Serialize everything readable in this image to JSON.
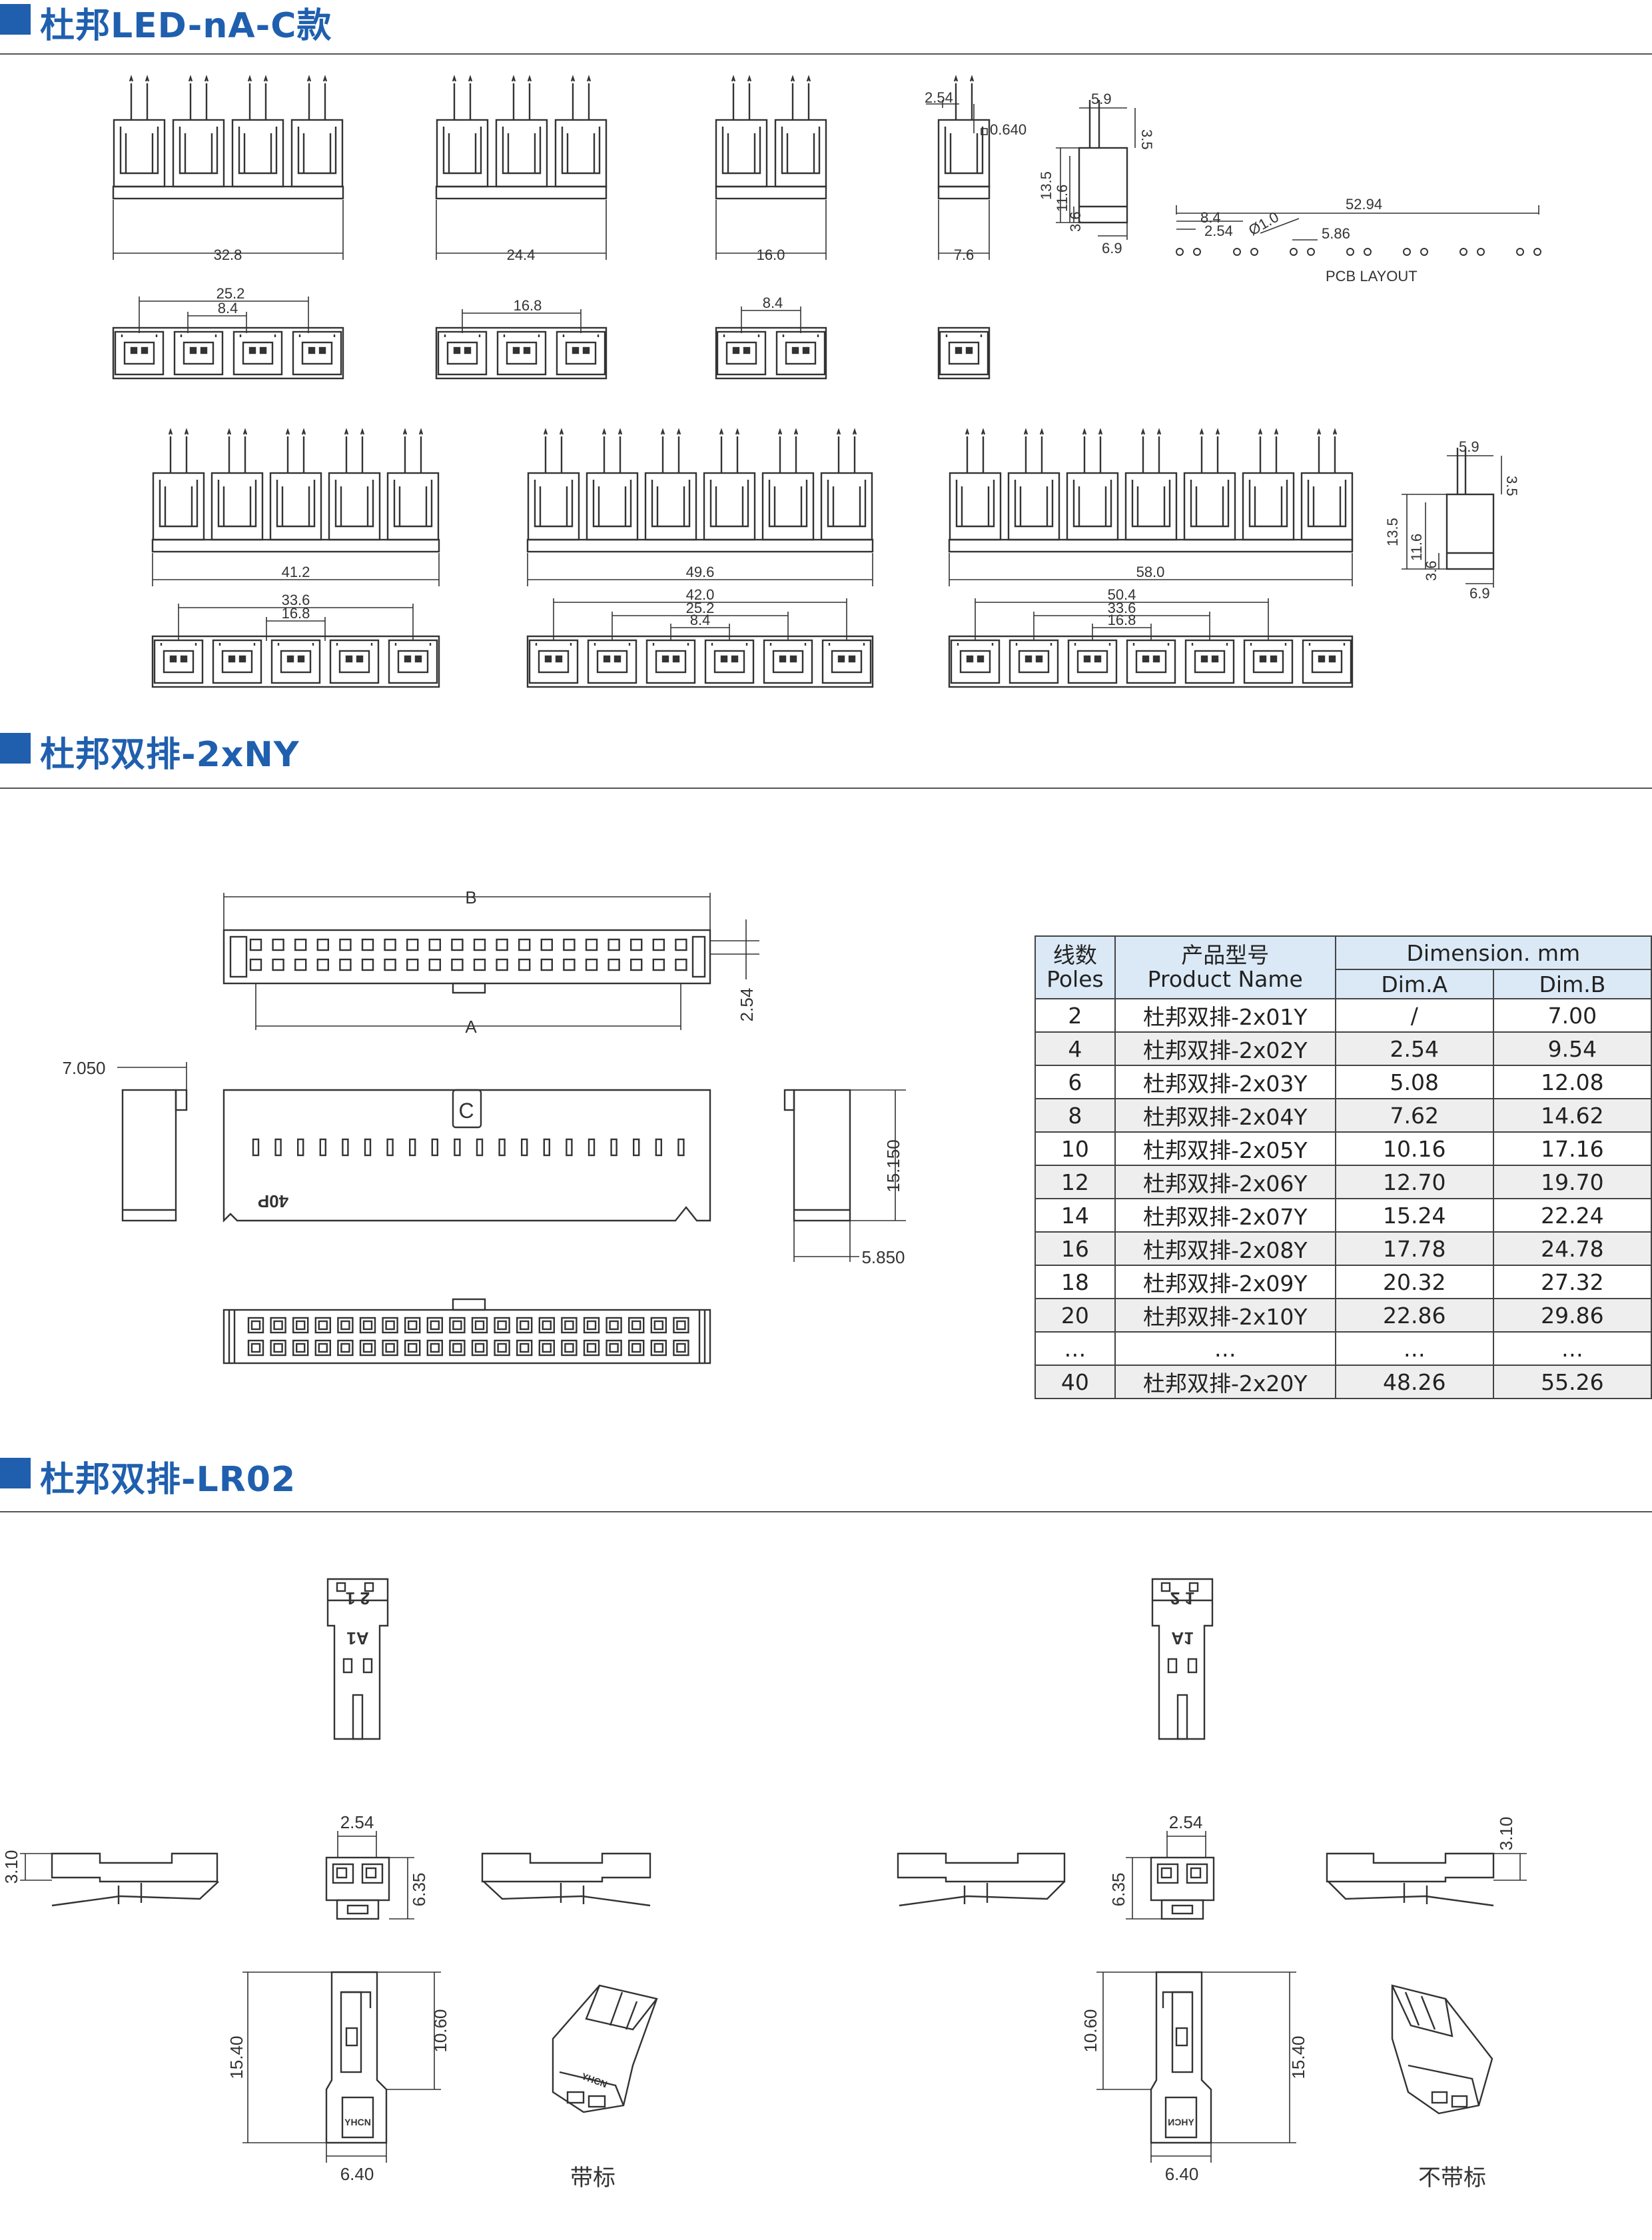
{
  "sections": [
    {
      "title": "杜邦LED-nA-C款"
    },
    {
      "title": "杜邦双排-2xNY"
    },
    {
      "title": "杜邦双排-LR02"
    }
  ],
  "led": {
    "widths_row1": [
      "32.8",
      "24.4",
      "16.0",
      "7.6"
    ],
    "pitch_row1": [
      {
        "outer": "25.2",
        "inner": "8.4"
      },
      {
        "outer": "16.8",
        "inner": ""
      },
      {
        "outer": "8.4",
        "inner": ""
      }
    ],
    "widths_row2": [
      "41.2",
      "49.6",
      "58.0"
    ],
    "pitch_row2": [
      {
        "a": "33.6",
        "b": "16.8",
        "c": ""
      },
      {
        "a": "42.0",
        "b": "25.2",
        "c": "8.4"
      },
      {
        "a": "50.4",
        "b": "33.6",
        "c": "16.8"
      }
    ],
    "side": {
      "pin_pitch": "2.54",
      "pin": "0.640",
      "top": "5.9",
      "tip": "3.5",
      "height": "13.5",
      "body": "11.6",
      "base": "3.6",
      "depth": "6.9"
    },
    "pcb": {
      "total": "52.94",
      "a": "8.4",
      "b": "2.54",
      "hole": "Ø1.0",
      "c": "5.86",
      "label": "PCB   LAYOUT"
    }
  },
  "twoxny": {
    "dim_b": "B",
    "dim_a": "A",
    "pitch": "2.54",
    "left_w": "7.050",
    "height": "15.150",
    "right_w": "5.850",
    "marking": "40P",
    "key": "C"
  },
  "table": {
    "headers": {
      "poles_cn": "线数",
      "poles_en": "Poles",
      "name_cn": "产品型号",
      "name_en": "Product Name",
      "dimension": "Dimension. mm",
      "dim_a": "Dim.A",
      "dim_b": "Dim.B"
    },
    "rows": [
      {
        "poles": "2",
        "name": "杜邦双排-2x01Y",
        "a": "/",
        "b": "7.00"
      },
      {
        "poles": "4",
        "name": "杜邦双排-2x02Y",
        "a": "2.54",
        "b": "9.54"
      },
      {
        "poles": "6",
        "name": "杜邦双排-2x03Y",
        "a": "5.08",
        "b": "12.08"
      },
      {
        "poles": "8",
        "name": "杜邦双排-2x04Y",
        "a": "7.62",
        "b": "14.62"
      },
      {
        "poles": "10",
        "name": "杜邦双排-2x05Y",
        "a": "10.16",
        "b": "17.16"
      },
      {
        "poles": "12",
        "name": "杜邦双排-2x06Y",
        "a": "12.70",
        "b": "19.70"
      },
      {
        "poles": "14",
        "name": "杜邦双排-2x07Y",
        "a": "15.24",
        "b": "22.24"
      },
      {
        "poles": "16",
        "name": "杜邦双排-2x08Y",
        "a": "17.78",
        "b": "24.78"
      },
      {
        "poles": "18",
        "name": "杜邦双排-2x09Y",
        "a": "20.32",
        "b": "27.32"
      },
      {
        "poles": "20",
        "name": "杜邦双排-2x10Y",
        "a": "22.86",
        "b": "29.86"
      },
      {
        "poles": "…",
        "name": "…",
        "a": "…",
        "b": "…"
      },
      {
        "poles": "40",
        "name": "杜邦双排-2x20Y",
        "a": "48.26",
        "b": "55.26"
      }
    ]
  },
  "lr02": {
    "left": {
      "pins": "2  1",
      "a1": "A1",
      "pitch": "2.54",
      "h": "3.10",
      "d": "6.35",
      "total": "15.40",
      "inner": "10.60",
      "width": "6.40",
      "brand": "YHCN",
      "caption": "带标"
    },
    "right": {
      "pins": "2  1",
      "a1": "A1",
      "pitch": "2.54",
      "h": "3.10",
      "d": "6.35",
      "total": "15.40",
      "inner": "10.60",
      "width": "6.40",
      "brand": "YHCN",
      "caption": "不带标"
    }
  },
  "colors": {
    "accent": "#1f5fae",
    "header_fill": "#dbe9f6",
    "zebra": "#eeeeee",
    "line": "#333333"
  }
}
